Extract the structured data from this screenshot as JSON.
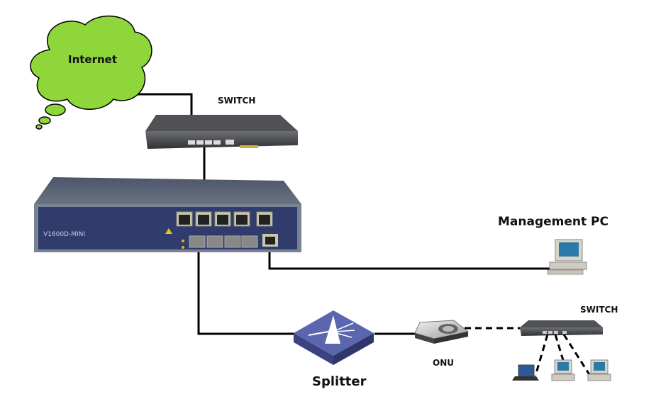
{
  "nodes": {
    "internet": {
      "label": "Internet",
      "color": "#8fd63a"
    },
    "core_switch": {
      "label": "SWITCH"
    },
    "olt": {
      "model_label": "V1600D-MINI",
      "color": "#34406e"
    },
    "management_pc": {
      "label": "Management PC"
    },
    "splitter": {
      "label": "Splitter",
      "color": "#4a55a0"
    },
    "onu": {
      "label": "ONU"
    },
    "access_switch": {
      "label": "SWITCH"
    }
  }
}
